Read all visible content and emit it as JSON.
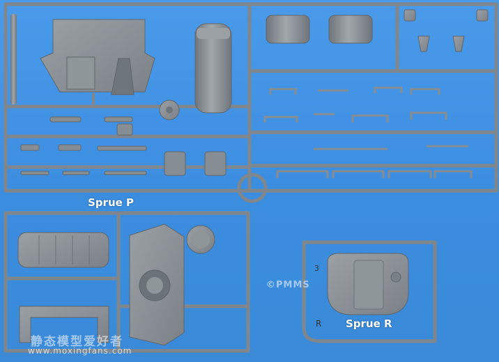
{
  "photo": {
    "labels": {
      "sprue_p": "Sprue P",
      "sprue_r": "Sprue R",
      "watermark": "©PMMS",
      "site_cn": "静态模型爱好者",
      "site_url": "www.moxingfans.com",
      "part_number": "3",
      "part_letter": "R"
    },
    "colors": {
      "background": "#3d8fe0",
      "plastic": "#8a9196",
      "plastic_dark": "#6c7378",
      "plastic_light": "#a3a9ad"
    }
  }
}
